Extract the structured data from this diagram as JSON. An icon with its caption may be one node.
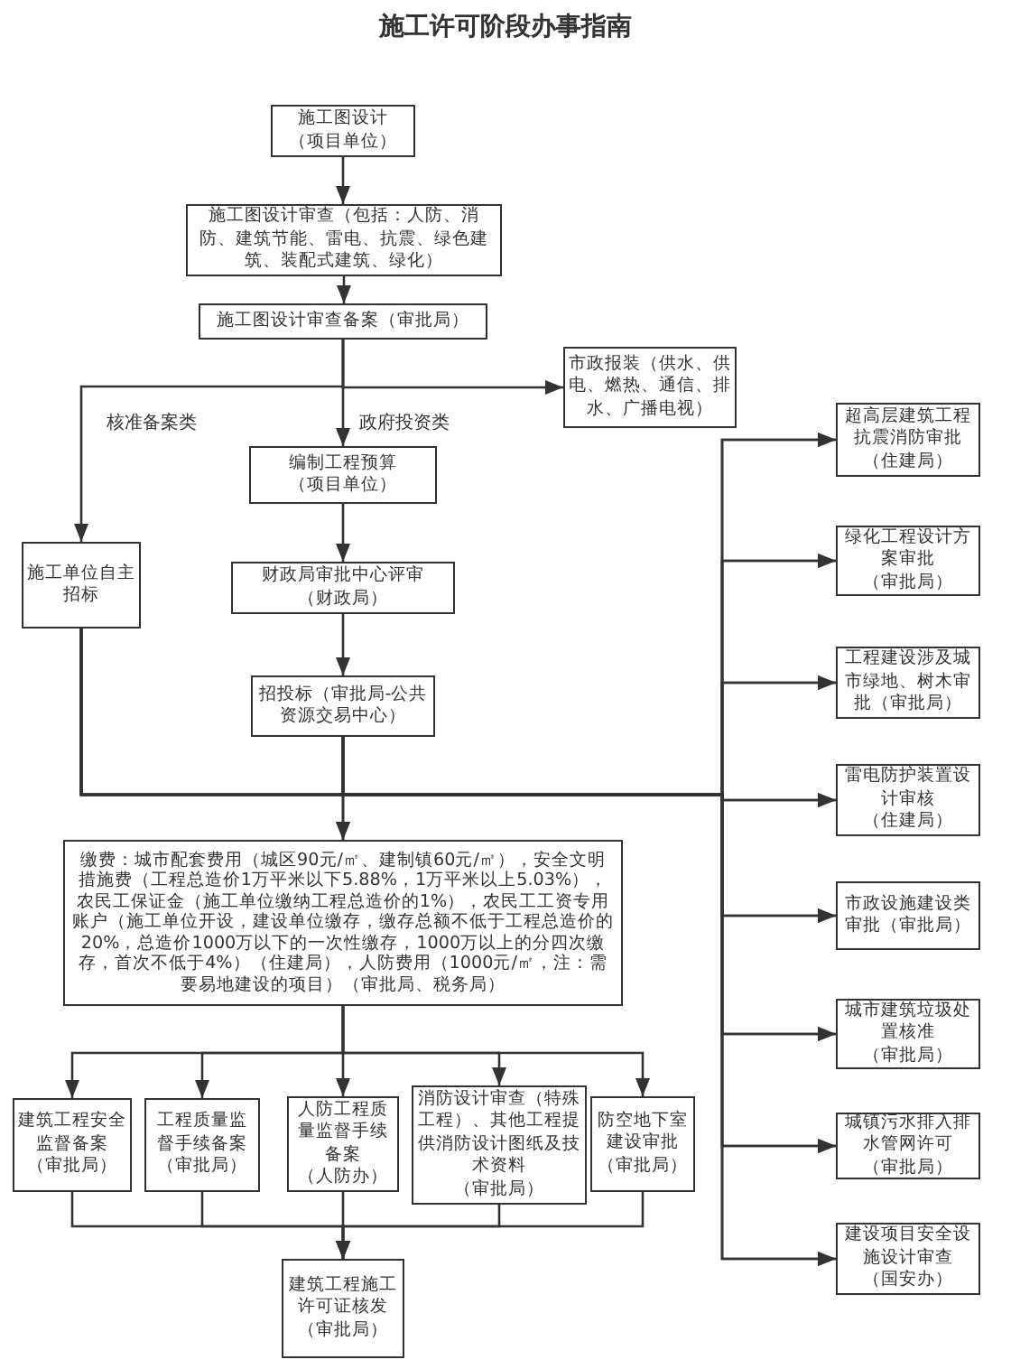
{
  "diagram": {
    "title": "施工许可阶段办事指南",
    "nodes": [
      {
        "text": [
          "施工图设计",
          "（项目单位）"
        ]
      },
      {
        "text": [
          "施工图设计审查（包括：人防、消防、建筑节能、雷电、抗震、绿色建筑、装配式建筑、绿化）"
        ]
      },
      {
        "text": [
          "施工图设计审查备案（审批局）"
        ]
      },
      {
        "text": [
          "市政报装（供水、供电、燃热、通信、排水、广播电视）"
        ]
      },
      {
        "text": [
          "施工单位自主招标"
        ]
      },
      {
        "text": [
          "编制工程预算",
          "（项目单位）"
        ]
      },
      {
        "text": [
          "财政局审批中心评审",
          "（财政局）"
        ]
      },
      {
        "text": [
          "招投标（审批局-公共资源交易中心）"
        ]
      },
      {
        "text": [
          "缴费：城市配套费用（城区90元/㎡、建制镇60元/㎡），安全文明措施费（工程总造价1万平米以下5.88%，1万平米以上5.03%），农民工保证金（施工单位缴纳工程总造价的1%），农民工工资专用账户（施工单位开设，建设单位缴存，缴存总额不低于工程总造价的20%，总造价1000万以下的一次性缴存，1000万以上的分四次缴存，首次不低于4%）（住建局），人防费用（1000元/㎡，注：需要易地建设的项目）（审批局、税务局）"
        ]
      },
      {
        "text": [
          "建筑工程安全监督备案",
          "（审批局）"
        ]
      },
      {
        "text": [
          "工程质量监督手续备案",
          "（审批局）"
        ]
      },
      {
        "text": [
          "人防工程质量监督手续备案",
          "（人防办）"
        ]
      },
      {
        "text": [
          "消防设计审查（特殊工程）、其他工程提供消防设计图纸及技术资料",
          "（审批局）"
        ]
      },
      {
        "text": [
          "防空地下室建设审批",
          "（审批局）"
        ]
      },
      {
        "text": [
          "建筑工程施工许可证核发",
          "（审批局）"
        ]
      },
      {
        "text": [
          "超高层建筑工程抗震消防审批（住建局）"
        ]
      },
      {
        "text": [
          "绿化工程设计方案审批",
          "（审批局）"
        ]
      },
      {
        "text": [
          "工程建设涉及城市绿地、树木审批（审批局）"
        ]
      },
      {
        "text": [
          "雷电防护装置设计审核",
          "（住建局）"
        ]
      },
      {
        "text": [
          "市政设施建设类审批（审批局）"
        ]
      },
      {
        "text": [
          "城市建筑垃圾处置核准",
          "（审批局）"
        ]
      },
      {
        "text": [
          "城镇污水排入排水管网许可",
          "（审批局）"
        ]
      },
      {
        "text": [
          "建设项目安全设施设计审查",
          "（国安办）"
        ]
      }
    ],
    "edges": [
      {
        "from": 0,
        "to": 1,
        "arrow": "to"
      },
      {
        "from": 1,
        "to": 2,
        "arrow": "to"
      },
      {
        "from": 2,
        "to": 3,
        "arrow": "to"
      },
      {
        "from": 2,
        "to": 4,
        "arrow": "to",
        "label": "核准备案类"
      },
      {
        "from": 2,
        "to": 5,
        "arrow": "to",
        "label": "政府投资类"
      },
      {
        "from": 5,
        "to": 6,
        "arrow": "to"
      },
      {
        "from": 6,
        "to": 7,
        "arrow": "to"
      },
      {
        "from": 4,
        "to": 8,
        "arrow": "to"
      },
      {
        "from": 7,
        "to": 8,
        "arrow": "to"
      },
      {
        "from": 4,
        "to": 15,
        "arrow": "to"
      },
      {
        "from": 4,
        "to": 16,
        "arrow": "to"
      },
      {
        "from": 4,
        "to": 17,
        "arrow": "to"
      },
      {
        "from": 4,
        "to": 18,
        "arrow": "to"
      },
      {
        "from": 4,
        "to": 19,
        "arrow": "to"
      },
      {
        "from": 4,
        "to": 20,
        "arrow": "to"
      },
      {
        "from": 4,
        "to": 21,
        "arrow": "to"
      },
      {
        "from": 4,
        "to": 22,
        "arrow": "to"
      },
      {
        "from": 7,
        "to": 15,
        "arrow": "to"
      },
      {
        "from": 7,
        "to": 16,
        "arrow": "to"
      },
      {
        "from": 7,
        "to": 17,
        "arrow": "to"
      },
      {
        "from": 7,
        "to": 18,
        "arrow": "to"
      },
      {
        "from": 7,
        "to": 19,
        "arrow": "to"
      },
      {
        "from": 7,
        "to": 20,
        "arrow": "to"
      },
      {
        "from": 7,
        "to": 21,
        "arrow": "to"
      },
      {
        "from": 7,
        "to": 22,
        "arrow": "to"
      },
      {
        "from": 8,
        "to": 9,
        "arrow": "to"
      },
      {
        "from": 8,
        "to": 10,
        "arrow": "to"
      },
      {
        "from": 8,
        "to": 11,
        "arrow": "to"
      },
      {
        "from": 8,
        "to": 12,
        "arrow": "to"
      },
      {
        "from": 8,
        "to": 13,
        "arrow": "to"
      },
      {
        "from": 9,
        "to": 14,
        "arrow": "to"
      },
      {
        "from": 10,
        "to": 14,
        "arrow": "to"
      },
      {
        "from": 11,
        "to": 14,
        "arrow": "to"
      },
      {
        "from": 12,
        "to": 14,
        "arrow": "to"
      },
      {
        "from": 13,
        "to": 14,
        "arrow": "to"
      }
    ]
  }
}
